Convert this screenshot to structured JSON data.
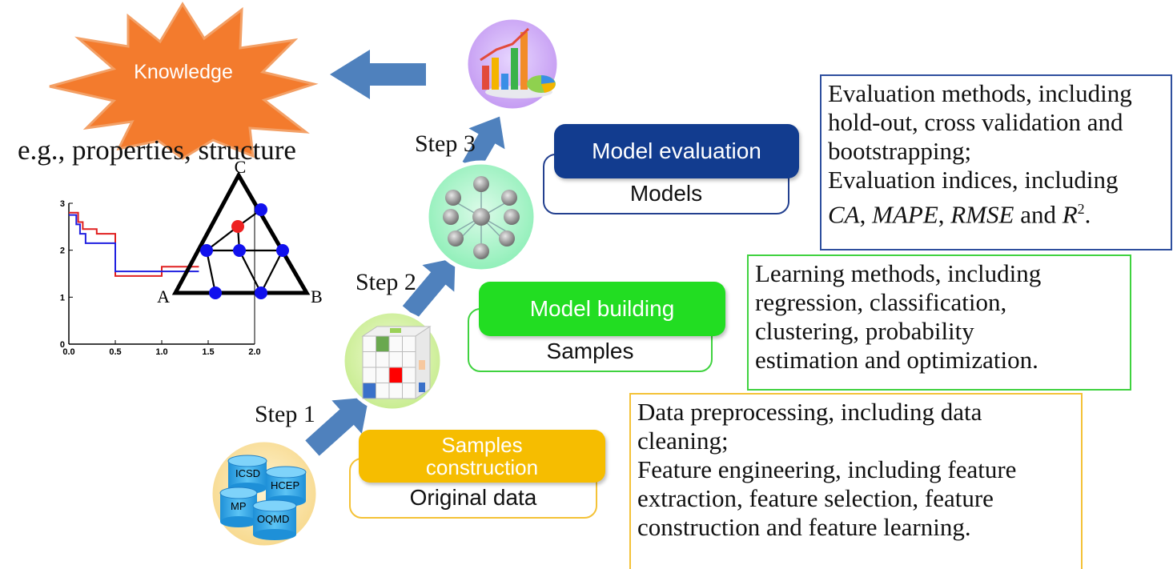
{
  "knowledge": {
    "label": "Knowledge",
    "example": "e.g., properties, structure"
  },
  "chart_data": {
    "type": "line",
    "xlim": [
      0,
      2
    ],
    "ylim": [
      0,
      3
    ],
    "x_ticks": [
      "0.0",
      "0.5",
      "1.0",
      "1.5",
      "2.0"
    ],
    "y_ticks": [
      "0",
      "1",
      "2",
      "3"
    ],
    "series": [
      {
        "color": "#e02020",
        "points": [
          [
            0,
            2.8
          ],
          [
            0.1,
            2.8
          ],
          [
            0.1,
            2.6
          ],
          [
            0.15,
            2.6
          ],
          [
            0.15,
            2.45
          ],
          [
            0.3,
            2.45
          ],
          [
            0.3,
            2.35
          ],
          [
            0.5,
            2.35
          ],
          [
            0.5,
            1.45
          ],
          [
            1.0,
            1.45
          ],
          [
            1.0,
            1.65
          ],
          [
            1.4,
            1.65
          ]
        ]
      },
      {
        "color": "#2020e0",
        "points": [
          [
            0,
            2.75
          ],
          [
            0.08,
            2.75
          ],
          [
            0.08,
            2.55
          ],
          [
            0.12,
            2.55
          ],
          [
            0.12,
            2.35
          ],
          [
            0.18,
            2.35
          ],
          [
            0.18,
            2.15
          ],
          [
            0.5,
            2.15
          ],
          [
            0.5,
            1.55
          ],
          [
            1.0,
            1.55
          ],
          [
            1.0,
            1.55
          ],
          [
            1.4,
            1.55
          ]
        ]
      }
    ]
  },
  "ternary": {
    "vertex_a": "A",
    "vertex_b": "B",
    "vertex_c": "C"
  },
  "steps": {
    "step1": "Step 1",
    "step2": "Step 2",
    "step3": "Step 3"
  },
  "stages": {
    "evaluation": {
      "title": "Model evaluation",
      "subtitle": "Models",
      "color": "#123c8f"
    },
    "building": {
      "title": "Model building",
      "subtitle": "Samples",
      "color": "#22dd22"
    },
    "construction": {
      "title_line1": "Samples",
      "title_line2": "construction",
      "subtitle": "Original data",
      "color": "#f6bd00"
    }
  },
  "databases": {
    "icsd": "ICSD",
    "hcep": "HCEP",
    "mp": "MP",
    "oqmd": "OQMD"
  },
  "descriptions": {
    "evaluation": {
      "line1": "Evaluation methods, including",
      "line2": "hold-out, cross validation and",
      "line3": "bootstrapping;",
      "line4": "Evaluation  indices, including",
      "ca": "CA",
      "mape": "MAPE",
      "rmse": "RMSE",
      "and": "and",
      "r": "R",
      "sup": "2"
    },
    "learning": {
      "line1": "Learning methods, including",
      "line2": "regression, classification,",
      "line3": "clustering, probability",
      "line4": "estimation and optimization."
    },
    "data": {
      "line1": "Data preprocessing, including data",
      "line2": "cleaning;",
      "line3": "Feature engineering, including feature",
      "line4": "extraction, feature selection, feature",
      "line5": "construction and feature learning."
    }
  }
}
